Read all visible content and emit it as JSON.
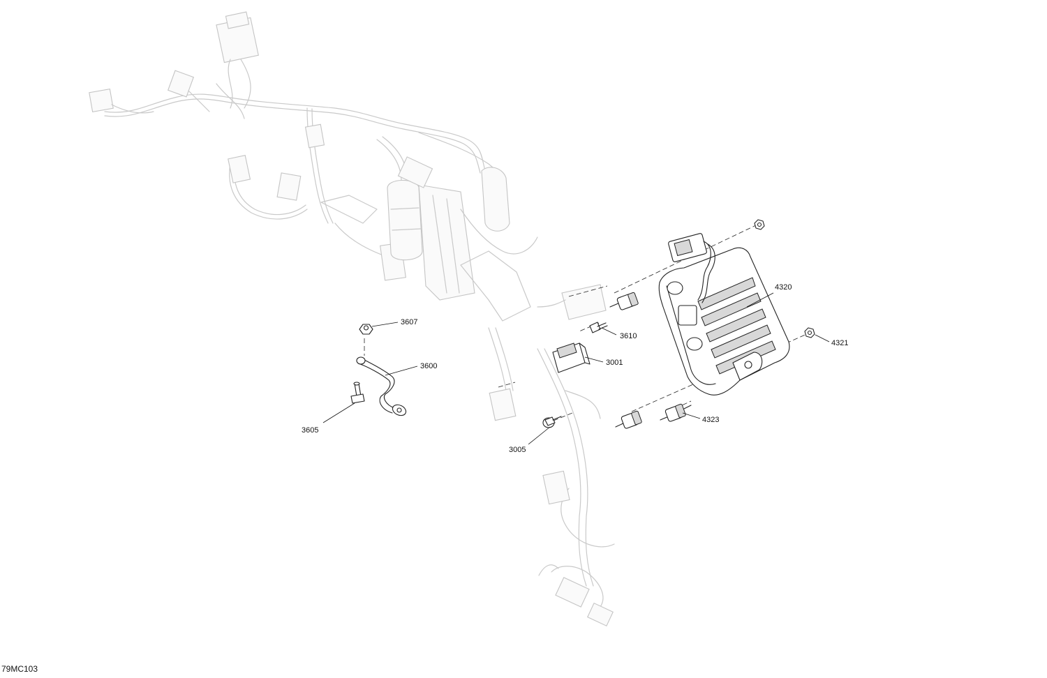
{
  "diagram": {
    "reference_code": "79MC103",
    "callouts": [
      {
        "id": "4320",
        "part": "voltage-regulator"
      },
      {
        "id": "4321",
        "part": "nut"
      },
      {
        "id": "4323",
        "part": "rubber-mount"
      },
      {
        "id": "3001",
        "part": "connector"
      },
      {
        "id": "3005",
        "part": "screw"
      },
      {
        "id": "3610",
        "part": "screw"
      },
      {
        "id": "3607",
        "part": "nut"
      },
      {
        "id": "3600",
        "part": "ground-cable"
      },
      {
        "id": "3605",
        "part": "bolt"
      }
    ]
  }
}
